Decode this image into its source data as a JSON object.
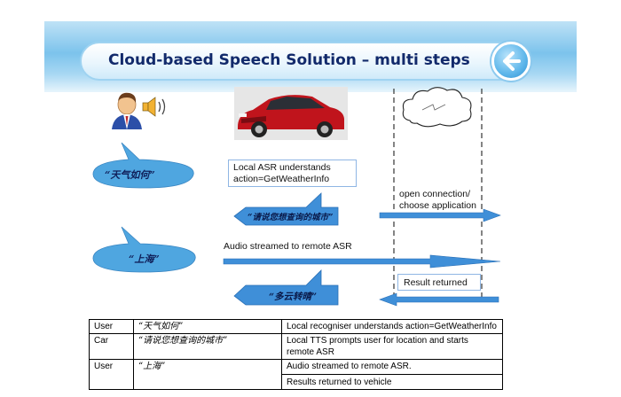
{
  "header": {
    "title": "Cloud-based Speech Solution – multi steps"
  },
  "diagram": {
    "user_query_1": "“天气如何”",
    "user_query_2": "“上海”",
    "local_asr_line1": "Local ASR understands",
    "local_asr_line2": "action=GetWeatherInfo",
    "car_prompt": "“请说您想查询的城市”",
    "open_connection_line1": "open connection/",
    "open_connection_line2": "choose application",
    "audio_streamed": "Audio streamed to remote ASR",
    "result_returned": "Result returned",
    "car_reply": "“多云转晴”"
  },
  "table": {
    "rows": [
      {
        "actor": "User",
        "utterance": "“天气如何”",
        "action": [
          "Local recogniser understands action=GetWeatherInfo"
        ]
      },
      {
        "actor": "Car",
        "utterance": "“请说您想查询的城市”",
        "action": [
          "Local TTS prompts user for location and starts",
          "remote ASR"
        ]
      },
      {
        "actor": "User",
        "utterance": "“上海”",
        "action": [
          "Audio streamed to remote ASR.",
          "Results returned to vehicle"
        ]
      }
    ]
  },
  "icons": [
    "user-speaking-icon",
    "speaker-icon",
    "car-image",
    "cloud-icon",
    "back-arrow-icon"
  ],
  "colors": {
    "title": "#122a6b",
    "bubble": "#4fa6e0",
    "arrow": "#3f8fd8",
    "banner": "#7cc3ec"
  }
}
